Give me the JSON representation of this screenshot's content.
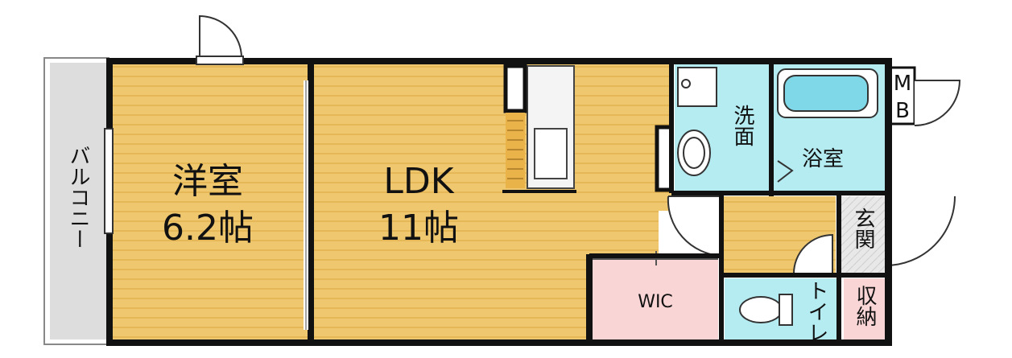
{
  "rooms": {
    "western": {
      "name": "洋室",
      "size": "6.2帖"
    },
    "ldk": {
      "name": "LDK",
      "size": "11帖"
    },
    "balcony": "バルコニー",
    "washroom": "洗面",
    "bathroom": "浴室",
    "entrance": "玄関",
    "wic": "WIC",
    "toilet": "トイレ",
    "storage": "収納",
    "mb": {
      "line1": "M",
      "line2": "B"
    }
  },
  "colors": {
    "floor_wood": "#EFC76F",
    "wood_stripe": "#E2B24F",
    "wet_area": "#B5ECF2",
    "wic": "#F9D5D5",
    "storage": "#F9D5D5",
    "balcony": "#DDDDDD",
    "entrance": "#E8E8E8",
    "wall": "#111111"
  }
}
